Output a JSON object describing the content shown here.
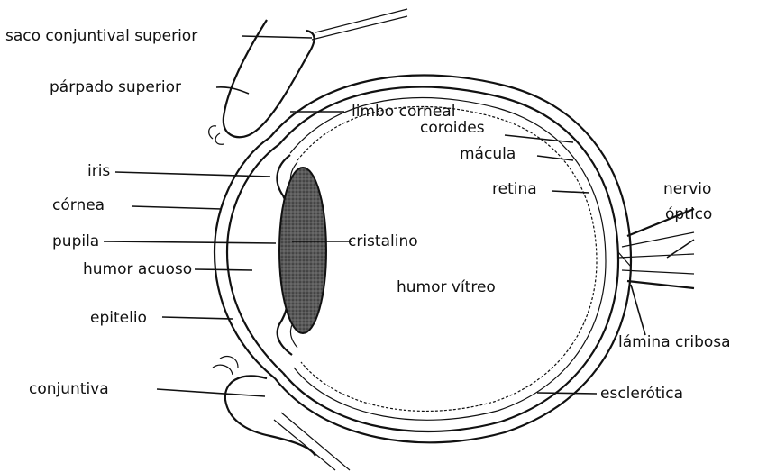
{
  "labels": {
    "saco_conjuntival": "saco conjuntival superior",
    "parpado": "párpado superior",
    "iris": "iris",
    "cornea": "córnea",
    "pupila": "pupila",
    "humor_acuoso": "humor acuoso",
    "epitelio": "epitelio",
    "conjuntiva": "conjuntiva",
    "limbo": "limbo corneal",
    "coroides": "coroides",
    "macula": "mácula",
    "retina": "retina",
    "nervio": "nervio",
    "optico": "óptico",
    "cristalino": "cristalino",
    "humor_vitreo": "humor vítreo",
    "lamina": "lámina cribosa",
    "esclerotica": "esclerótica"
  }
}
